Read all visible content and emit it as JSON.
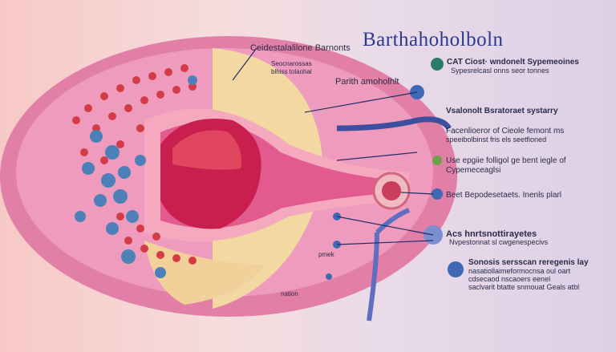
{
  "title": "Barthahoholboln",
  "labels": {
    "top_left": "Ceidestalalilone Barnonts",
    "small_left_1": "Seocnarossas",
    "small_left_2": "blhiss tolaohal",
    "parth": "Parith amoholhlt",
    "cat_1": "CAT Ciost· wndonelt Sypemeoines",
    "cat_2": "Sypesrelcasl onns seor tonnes",
    "vascular": "Vsalonolt Bsratoraet systarry",
    "fac_1": "Facenlioeror of Cieole femont ms",
    "fac_2": "speeibolbinst fris els seetfioned",
    "use_1": "Use epgiie folligol ge bent iegle of",
    "use_2": "Cypemeceaglsi",
    "beet": "Beet Bepodesetaets. Inenls plarl",
    "acs_1": "Acs hnrtsnottirayetes",
    "acs_2": "Nvpestonnat sl cwgenespecivs",
    "son_1": "Sonosis sersscan reregenis lay",
    "son_2": "nasatiollaimeformocnsa oul oart",
    "son_3": "cdsecaod nscaoers eenel",
    "son_4": "saclvarit btatte snmouat Geals atbl",
    "pmek": "pmek",
    "nation": "nation"
  },
  "colors": {
    "title": "#2b3a8c",
    "outer_body": "#e879a8",
    "fat_tissue": "#f1d9a4",
    "inner_tissue": "#c01f58",
    "node_blue": "#4d7fb8",
    "dot_red": "#d33c46"
  }
}
